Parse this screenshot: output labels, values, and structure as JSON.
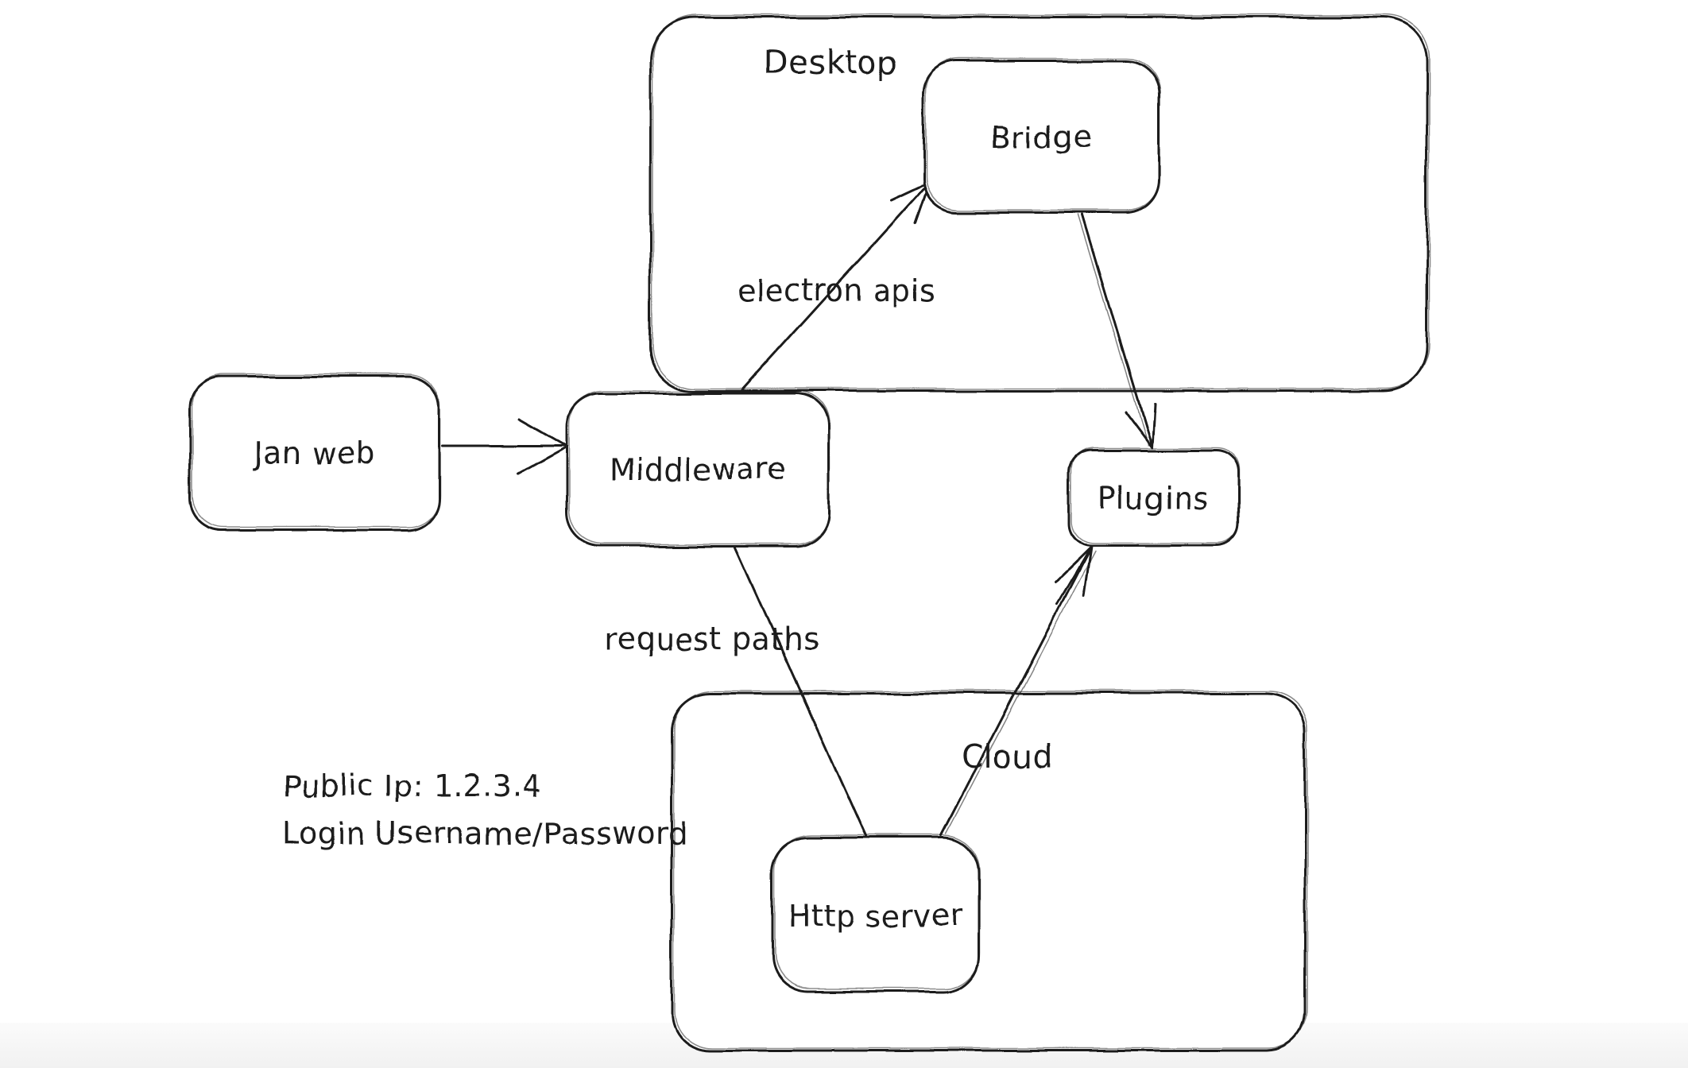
{
  "colors": {
    "ink": "#1b1b1b",
    "background": "#ffffff",
    "footer_band": "#f3f3f3"
  },
  "diagram": {
    "containers": {
      "desktop": {
        "label": "Desktop"
      },
      "cloud": {
        "label": "Cloud"
      }
    },
    "nodes": {
      "jan_web": {
        "label": "Jan web"
      },
      "middleware": {
        "label": "Middleware"
      },
      "bridge": {
        "label": "Bridge"
      },
      "plugins": {
        "label": "Plugins"
      },
      "http_server": {
        "label": "Http server"
      }
    },
    "edges": [
      {
        "from": "Jan web",
        "to": "Middleware",
        "label": ""
      },
      {
        "from": "Middleware",
        "to": "Bridge",
        "label": "electron apis"
      },
      {
        "from": "Bridge",
        "to": "Plugins",
        "label": ""
      },
      {
        "from": "Middleware",
        "to": "Http server",
        "label": "request paths"
      },
      {
        "from": "Http server",
        "to": "Plugins",
        "label": ""
      }
    ],
    "annotations": [
      "Public Ip: 1.2.3.4",
      "Login Username/Password"
    ]
  }
}
